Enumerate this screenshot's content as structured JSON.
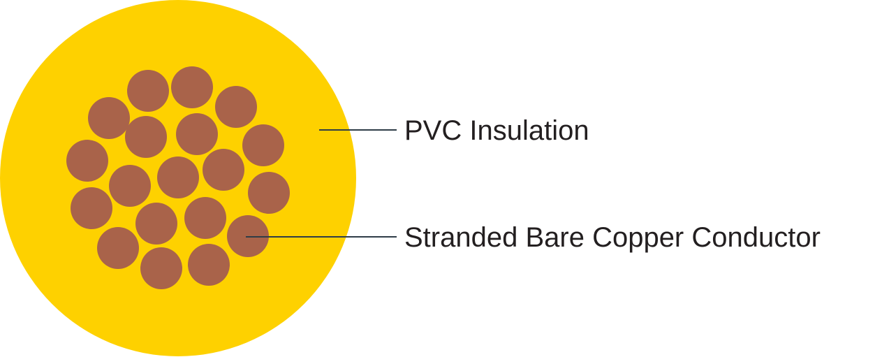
{
  "colors": {
    "insulation": "#fed100",
    "conductor_strand": "#a9634a",
    "leader_line": "#2f3d47",
    "label_text": "#231f20",
    "background": "#ffffff"
  },
  "labels": {
    "insulation": "PVC Insulation",
    "conductor": "Stranded Bare Copper Conductor"
  },
  "conductor": {
    "strand_count": 19
  }
}
